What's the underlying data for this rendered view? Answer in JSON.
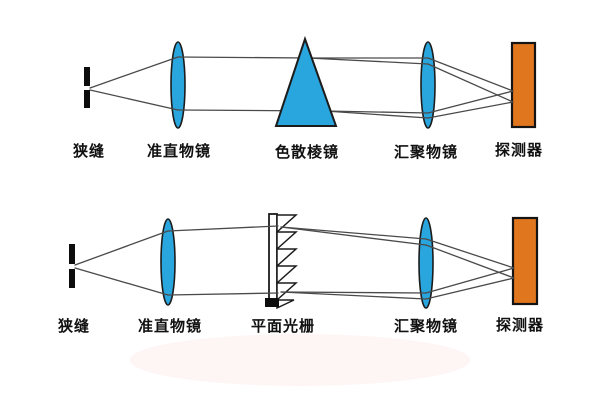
{
  "colors": {
    "optic_blue": "#2AA6DE",
    "detector_orange": "#E0761D",
    "outline_black": "#1C1C1C",
    "ray_gray": "#4A4A4A",
    "label_black": "#111111",
    "background": "#FFFFFF"
  },
  "top_diagram": {
    "labels": {
      "slit": "狭缝",
      "collimating_lens": "准直物镜",
      "dispersing_prism": "色散棱镜",
      "converging_lens": "汇聚物镜",
      "detector": "探测器"
    }
  },
  "bottom_diagram": {
    "labels": {
      "slit": "狭缝",
      "collimating_lens": "准直物镜",
      "plane_grating": "平面光栅",
      "converging_lens": "汇聚物镜",
      "detector": "探测器"
    }
  }
}
